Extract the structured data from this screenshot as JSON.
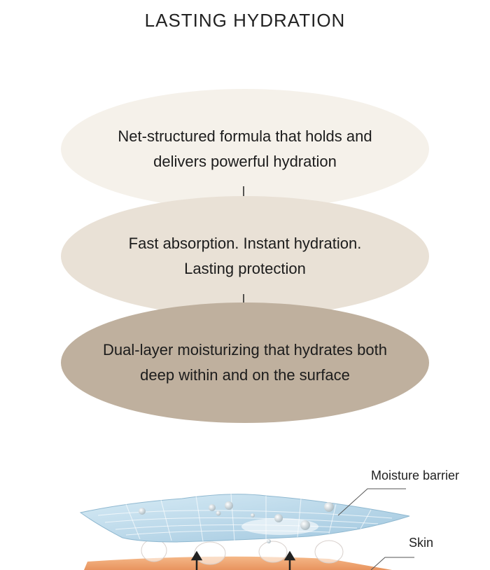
{
  "title": "LASTING HYDRATION",
  "steps": [
    {
      "text": "Net-structured formula that holds and\ndelivers powerful hydration"
    },
    {
      "text": "Fast absorption. Instant hydration.\nLasting protection"
    },
    {
      "text": "Dual-layer moisturizing that hydrates both\ndeep within and on the surface"
    }
  ],
  "labels": {
    "moisture_barrier": "Moisture barrier",
    "skin": "Skin"
  },
  "colors": {
    "step1": "#f5f1ea",
    "step2": "#e9e1d6",
    "step3": "#bfb09e",
    "barrier": "#bcd9ea",
    "skin": "#f0a878"
  }
}
